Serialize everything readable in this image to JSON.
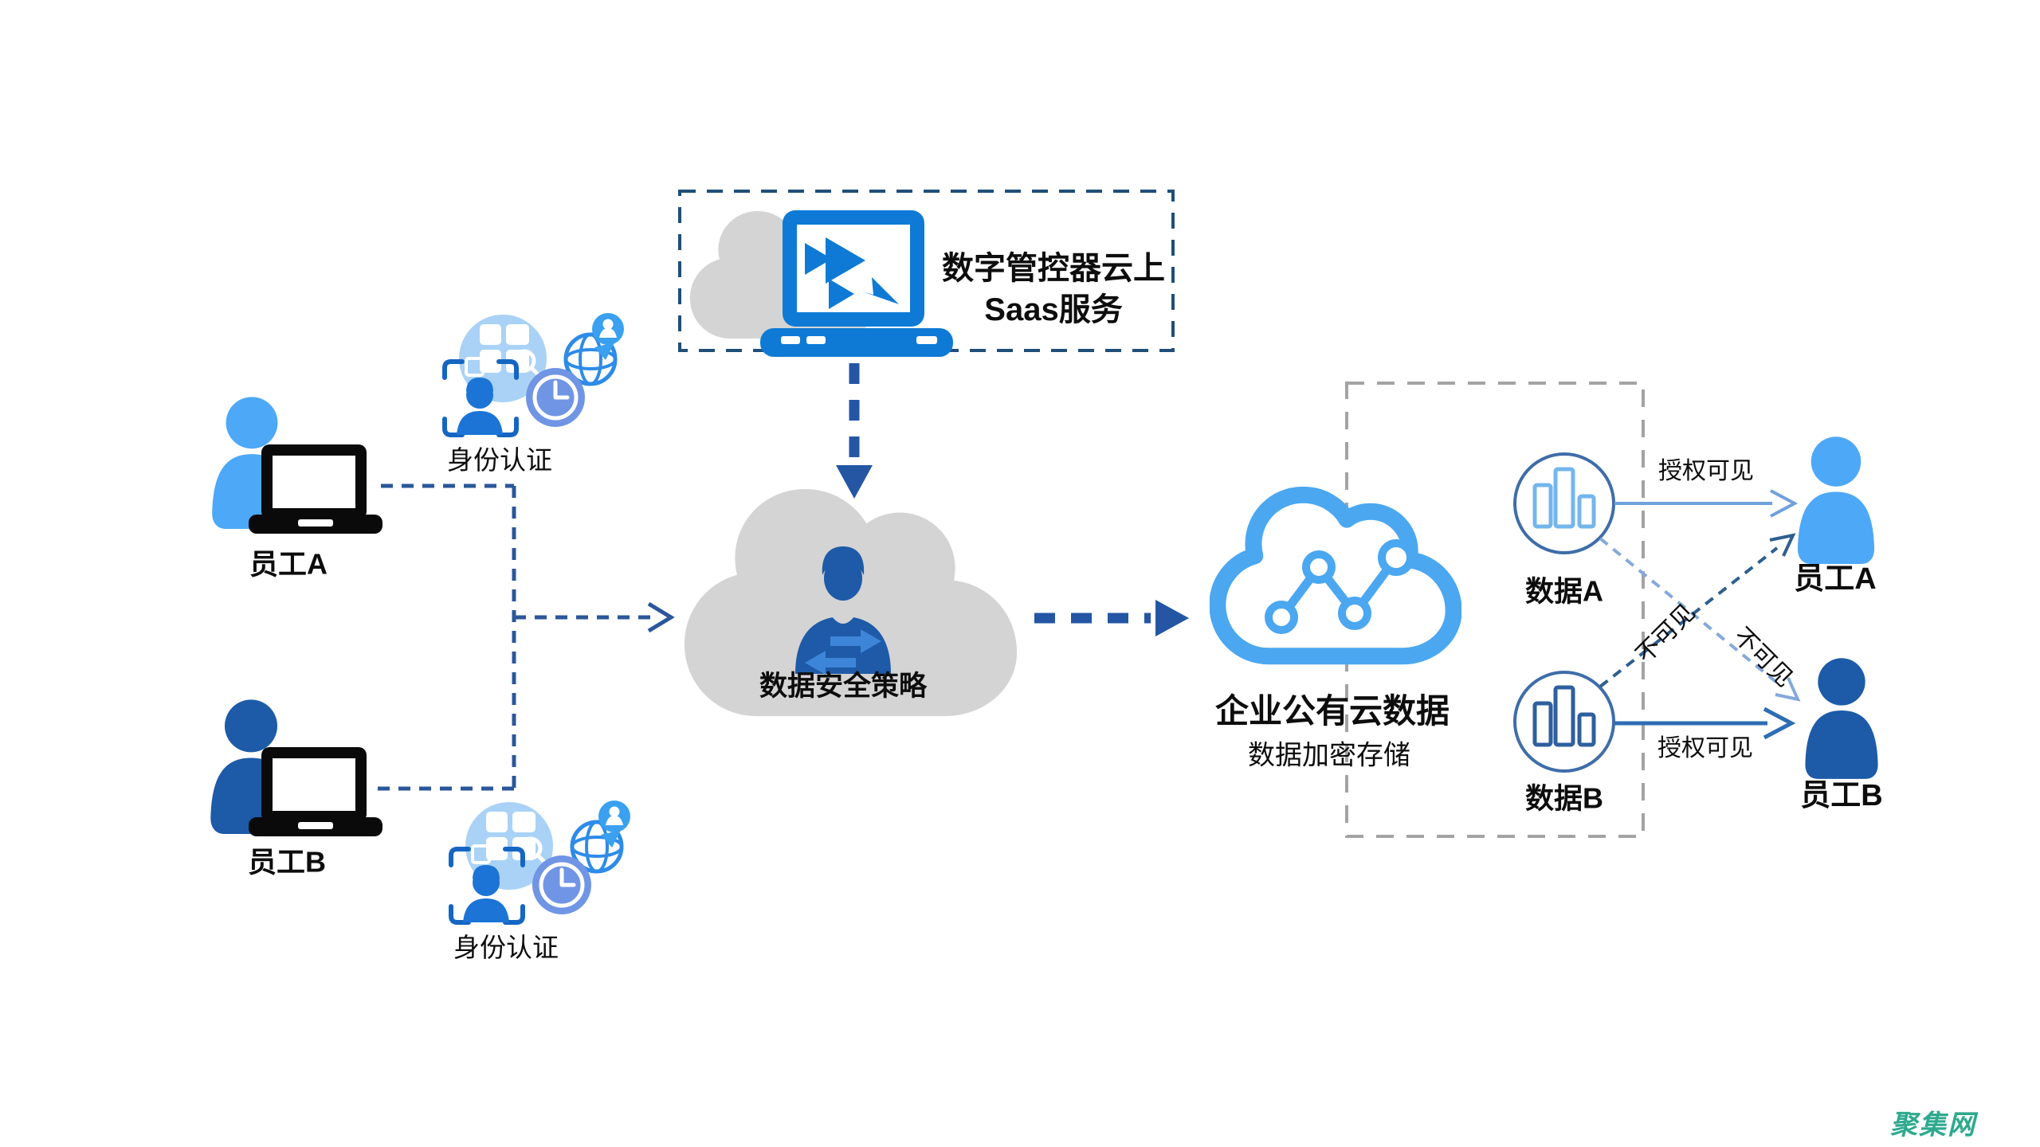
{
  "colors": {
    "light_blue": "#4DA8F7",
    "dark_blue": "#1D5BA8",
    "connector_navy": "#2B579A",
    "bold_dash_navy": "#2456A4",
    "top_box_navy": "#1F4E79",
    "dashed_box_gray": "#A3A3A3",
    "cloud_gray": "#D4D4D4",
    "cloud_blue": "#4BA7F0",
    "laptop_icon_blue": "#0E7AD6",
    "admin_blue": "#1E5AA7",
    "admin_arrow_blue": "#3D85D8",
    "data_circle_stroke": "#3F6DA8",
    "bars_light": "#74B6EC",
    "bars_dark": "#2E5F9E",
    "arrow_solid_light": "#6FA0DC",
    "arrow_solid_dark": "#2E6DB4",
    "arrow_dashed_light": "#85A9DC",
    "arrow_dashed_dark": "#2E5F8F",
    "watermark_teal": "#2EA98E"
  },
  "top_box": {
    "title_line1": "数字管控器云上",
    "title_line2": "Saas服务"
  },
  "left": {
    "employee_a": "员工A",
    "employee_b": "员工B",
    "identity_auth_a": "身份认证",
    "identity_auth_b": "身份认证"
  },
  "center": {
    "policy_cloud_label": "数据安全策略"
  },
  "public_cloud": {
    "title": "企业公有云数据",
    "subtitle": "数据加密存储"
  },
  "data_items": {
    "data_a": "数据A",
    "data_b": "数据B"
  },
  "right": {
    "employee_a": "员工A",
    "employee_b": "员工B"
  },
  "edges": {
    "authorized_a": "授权可见",
    "authorized_b": "授权可见",
    "not_visible_a_to_b": "不可见",
    "not_visible_b_to_a": "不可见"
  },
  "watermark": "聚集网"
}
